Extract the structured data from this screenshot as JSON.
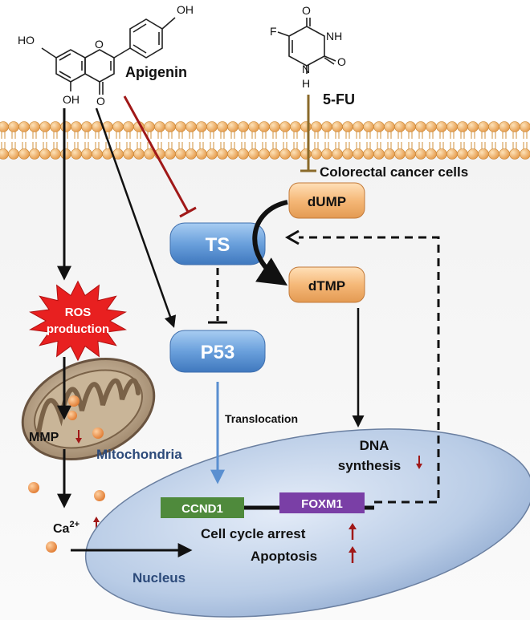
{
  "apigenin": {
    "name": "Apigenin",
    "atoms": {
      "oh_top": "OH",
      "ho_left": "HO",
      "oh_bottom": "OH",
      "ring_o": "O",
      "keto_o": "O"
    }
  },
  "fu": {
    "name": "5-FU",
    "atoms": {
      "f": "F",
      "keto_top": "O",
      "nh": "NH",
      "keto_right": "O",
      "n": "N",
      "h": "H"
    }
  },
  "labels": {
    "cells": "Colorectal cancer cells",
    "dump": "dUMP",
    "dtmp": "dTMP",
    "ts": "TS",
    "p53": "P53",
    "ros_line1": "ROS",
    "ros_line2": "production",
    "mmp": "MMP",
    "mitochondria": "Mitochondria",
    "ca": "Ca",
    "ca_sup": "2+",
    "translocation": "Translocation",
    "dna_line1": "DNA",
    "dna_line2": "synthesis",
    "ccnd1": "CCND1",
    "foxm1": "FOXM1",
    "cell_cycle": "Cell cycle arrest",
    "apoptosis": "Apoptosis",
    "nucleus": "Nucleus"
  },
  "colors": {
    "inhibit_red": "#a01818",
    "fu_brown": "#8a6a2a",
    "ts_blue": "#5a8fd0",
    "orange": "#f0b070",
    "ccnd1_green": "#4f8a3c",
    "foxm1_purple": "#7a3fa6",
    "ros_red": "#e82020",
    "membrane": "#f0b060"
  }
}
